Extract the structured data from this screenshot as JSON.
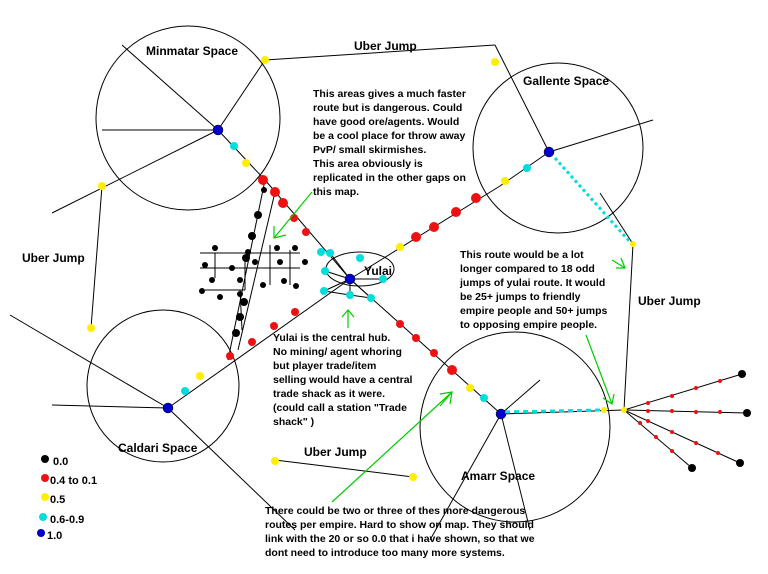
{
  "colors": {
    "sec_0_0": "#000000",
    "sec_low": "#ee1111",
    "sec_0_5": "#ffee00",
    "sec_high": "#00dddd",
    "sec_1_0": "#0000cc",
    "line": "#000000",
    "arrow": "#00cc00"
  },
  "regions": {
    "minmatar": "Minmatar Space",
    "gallente": "Gallente Space",
    "caldari": "Caldari Space",
    "amarr": "Amarr Space",
    "yulai": "Yulai"
  },
  "uber_jumps": {
    "top": "Uber Jump",
    "left": "Uber Jump",
    "right": "Uber Jump",
    "bottom": "Uber Jump"
  },
  "notes": {
    "gap_note": [
      "This areas gives a much faster",
      "route but is dangerous. Could",
      "have good ore/agents. Would",
      "be a cool place for throw away",
      "PvP/ small skirmishes.",
      "This area obviously is",
      "replicated in the other gaps on",
      "this map."
    ],
    "route_note": [
      "This route would be a lot",
      "longer compared to 18 odd",
      "jumps of yulai route. It would",
      "be 25+ jumps to friendly",
      "empire people and 50+ jumps",
      "to opposing empire people."
    ],
    "hub_note": [
      "Yulai is the central hub.",
      "No mining/ agent whoring",
      "but player trade/item",
      "selling would have a central",
      "trade shack as it were.",
      "(could call a station \"Trade",
      "shack\" )"
    ],
    "bottom_note": [
      "There could be two or three of thes more dangerous",
      "routes per empire. Hard to show on map. They should",
      "link with the 20 or so 0.0 that i have shown, so that we",
      "dont need to introduce too many more systems."
    ]
  },
  "legend": [
    {
      "label": "0.0",
      "color": "#000000"
    },
    {
      "label": "0.4 to 0.1",
      "color": "#ee1111"
    },
    {
      "label": "0.5",
      "color": "#ffee00"
    },
    {
      "label": "0.6-0.9",
      "color": "#00dddd"
    },
    {
      "label": "1.0",
      "color": "#0000cc"
    }
  ]
}
